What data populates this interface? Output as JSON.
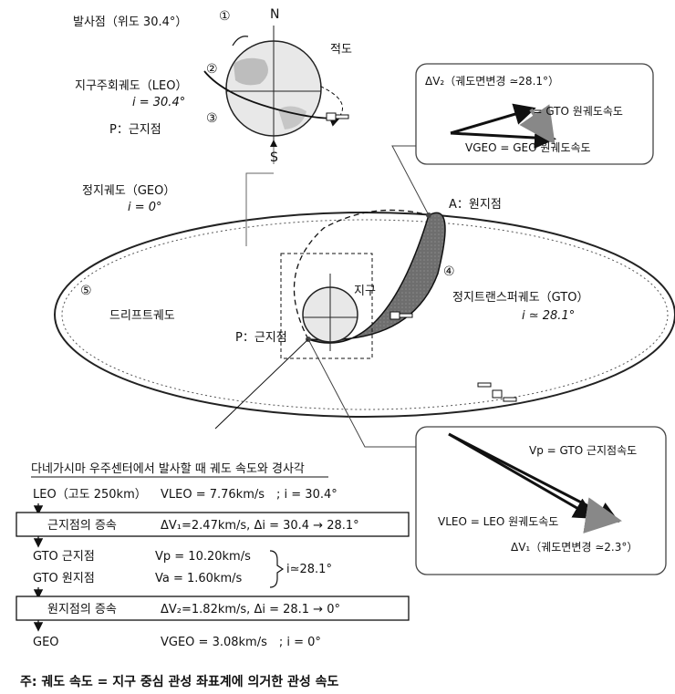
{
  "launch": {
    "site": "발사점（위도 30.4°）",
    "north": "N",
    "south": "S",
    "equator": "적도",
    "leo_name": "지구주회궤도（LEO）",
    "leo_incl": "i = 30.4°",
    "perigee": "P：근지점",
    "step1": "①",
    "step2": "②",
    "step3": "③"
  },
  "orbits": {
    "geo_name": "정지궤도（GEO）",
    "geo_incl": "i = 0°",
    "apogee": "A：원지점",
    "step4": "④",
    "gto_name": "정지트랜스퍼궤도（GTO）",
    "gto_incl": "i ≃ 28.1°",
    "step5": "⑤",
    "drift": "드리프트궤도",
    "earth": "지구",
    "perigee": "P：근지점"
  },
  "apogee_box": {
    "dv2": "ΔV₂（궤도면변경 ≃28.1°）",
    "va": "Va = GTO 원궤도속도",
    "vgeo": "VGEO = GEO 원궤도속도"
  },
  "perigee_box": {
    "vp": "Vp = GTO 근지점속도",
    "vleo": "VLEO = LEO 원궤도속도",
    "dv1": "ΔV₁（궤도면변경 ≃2.3°）"
  },
  "table": {
    "title": "다네가시마 우주센터에서 발사할 때 궤도 속도와 경사각",
    "leo_label": "LEO（고도 250km）",
    "leo_values": "VLEO = 7.76km/s　; i = 30.4°",
    "burn1_label": "근지점의 증속",
    "burn1_values": "ΔV₁=2.47km/s, Δi = 30.4 → 28.1°",
    "gto_p_label": "GTO 근지점",
    "gto_p_value": "Vp = 10.20km/s",
    "gto_a_label": "GTO 원지점",
    "gto_a_value": "Va = 1.60km/s",
    "gto_incl": "i≃28.1°",
    "burn2_label": "원지점의 증속",
    "burn2_values": "ΔV₂=1.82km/s, Δi = 28.1 → 0°",
    "geo_label": "GEO",
    "geo_values": "VGEO = 3.08km/s　; i = 0°"
  },
  "footnote": "주: 궤도 속도 = 지구 중심 관성 좌표계에 의거한 관성 속도"
}
